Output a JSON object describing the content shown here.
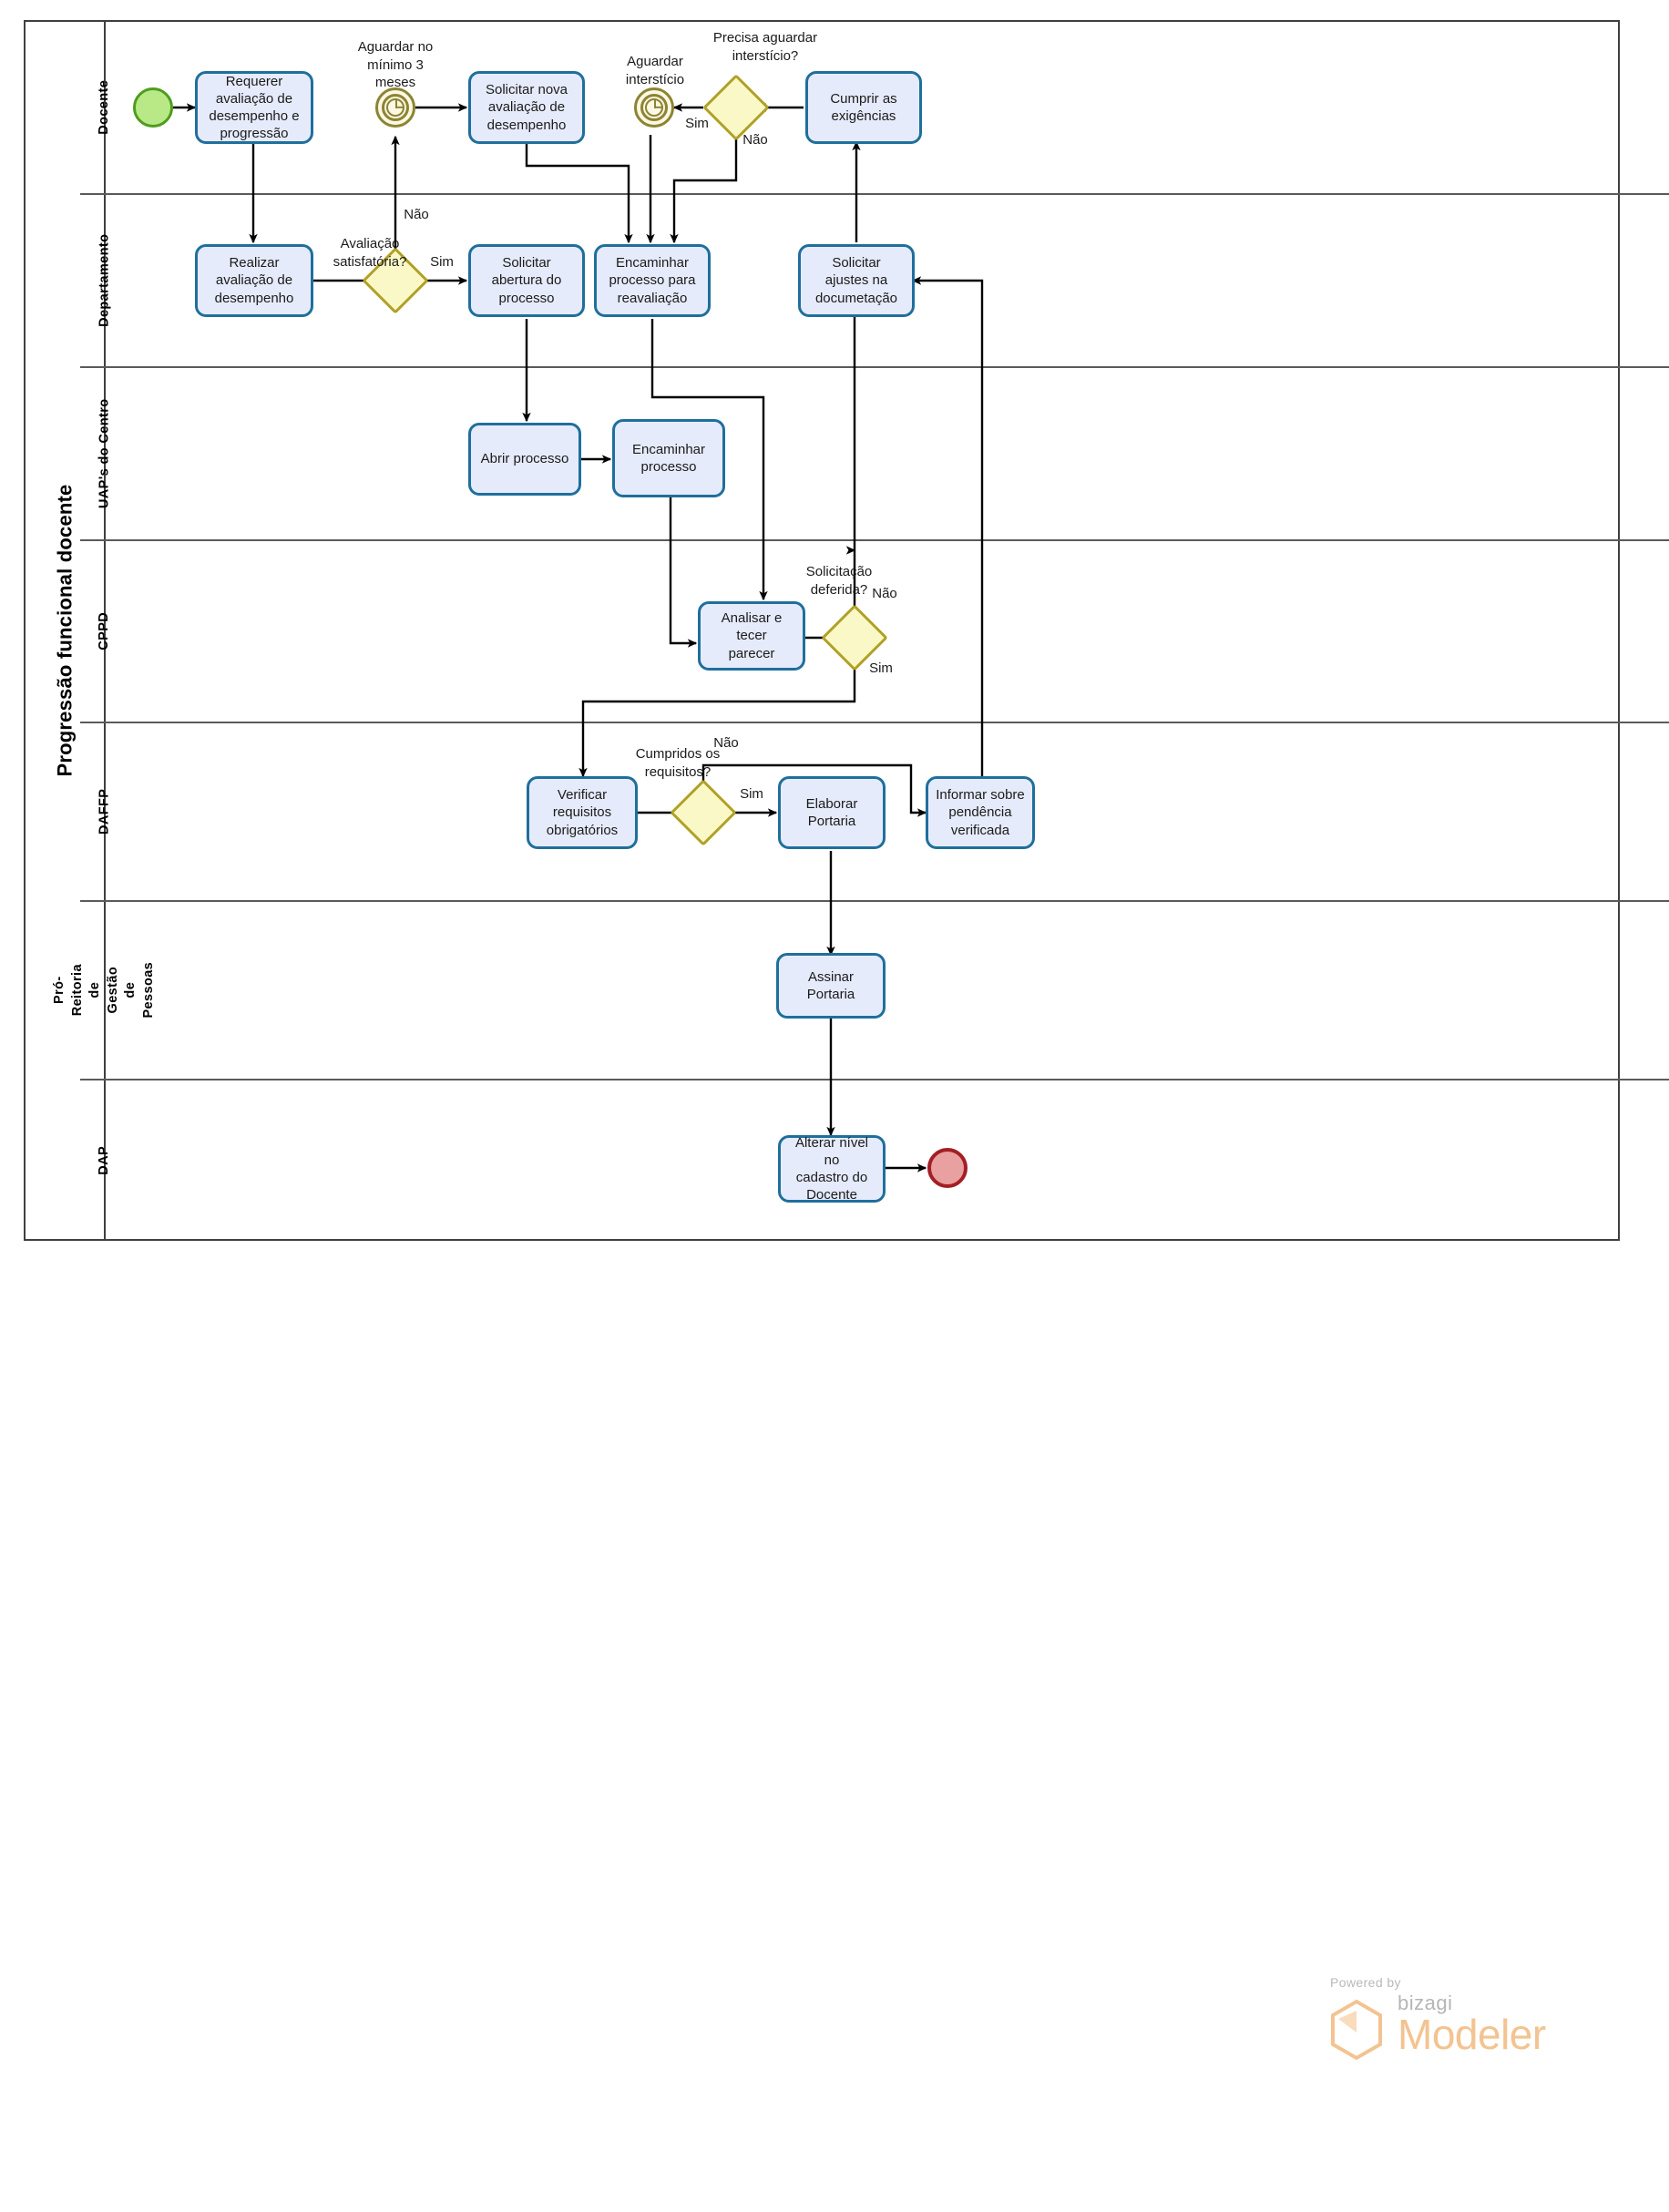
{
  "diagram": {
    "type": "bpmn-process",
    "pool_title": "Progressão funcional docente",
    "tool_badge": {
      "powered_by": "Powered by",
      "brand": "bizagi",
      "product": "Modeler"
    },
    "colors": {
      "task_fill": "#e6ebfb",
      "task_border": "#1f6f9c",
      "gateway_fill": "#fbf8c8",
      "gateway_border": "#b0a126",
      "start_fill": "#b8e986",
      "start_border": "#4f9c1f",
      "end_fill": "#e8a0a0",
      "end_border": "#a31f25",
      "timer_border": "#8c8433",
      "lane_border": "#5a5a5a",
      "pool_border": "#3f3f3f",
      "brand_orange": "#f3c391"
    }
  },
  "lanes": [
    {
      "id": "docente",
      "label": "Docente"
    },
    {
      "id": "departamento",
      "label": "Departamento"
    },
    {
      "id": "uaps",
      "label": "UAP's do Centro"
    },
    {
      "id": "cppd",
      "label": "CPPD"
    },
    {
      "id": "daffp",
      "label": "DAFFP"
    },
    {
      "id": "prgp",
      "label": "Pró-Reitoria de Gestão de\nPessoas"
    },
    {
      "id": "dap",
      "label": "DAP"
    }
  ],
  "events": [
    {
      "id": "start",
      "kind": "start-event",
      "lane": "docente",
      "label": ""
    },
    {
      "id": "timer-3meses",
      "kind": "timer-event",
      "lane": "docente",
      "label": "Aguardar no\nmínimo 3\nmeses"
    },
    {
      "id": "timer-intersticio",
      "kind": "timer-event",
      "lane": "docente",
      "label": "Aguardar\ninterstício"
    },
    {
      "id": "end",
      "kind": "end-event",
      "lane": "dap",
      "label": ""
    }
  ],
  "tasks": [
    {
      "id": "t1",
      "lane": "docente",
      "label": "Requerer\navaliação de\ndesempenho e\nprogressão"
    },
    {
      "id": "t2",
      "lane": "docente",
      "label": "Solicitar nova\navaliação de\ndesempenho"
    },
    {
      "id": "t3",
      "lane": "docente",
      "label": "Cumprir as\nexigências"
    },
    {
      "id": "t4",
      "lane": "departamento",
      "label": "Realizar\navaliação de\ndesempenho"
    },
    {
      "id": "t5",
      "lane": "departamento",
      "label": "Solicitar\nabertura do\nprocesso"
    },
    {
      "id": "t6",
      "lane": "departamento",
      "label": "Encaminhar\nprocesso para\nreavaliação"
    },
    {
      "id": "t7",
      "lane": "departamento",
      "label": "Solicitar\najustes na\ndocumetação"
    },
    {
      "id": "t8",
      "lane": "uaps",
      "label": "Abrir processo"
    },
    {
      "id": "t9",
      "lane": "uaps",
      "label": "Encaminhar\nprocesso"
    },
    {
      "id": "t10",
      "lane": "cppd",
      "label": "Analisar e tecer\nparecer"
    },
    {
      "id": "t11",
      "lane": "daffp",
      "label": "Verificar\nrequisitos\nobrigatórios"
    },
    {
      "id": "t12",
      "lane": "daffp",
      "label": "Elaborar Portaria"
    },
    {
      "id": "t13",
      "lane": "daffp",
      "label": "Informar sobre\npendência\nverificada"
    },
    {
      "id": "t14",
      "lane": "prgp",
      "label": "Assinar Portaria"
    },
    {
      "id": "t15",
      "lane": "dap",
      "label": "Alterar nível no\ncadastro do\nDocente"
    }
  ],
  "gateways": [
    {
      "id": "g1",
      "lane": "docente",
      "label": "Precisa aguardar\ninterstício?"
    },
    {
      "id": "g2",
      "lane": "departamento",
      "label": "Avaliação\nsatisfatória?"
    },
    {
      "id": "g3",
      "lane": "cppd",
      "label": "Solicitação\ndeferida?"
    },
    {
      "id": "g4",
      "lane": "daffp",
      "label": "Cumpridos os\nrequisitos?"
    }
  ],
  "flow_labels": [
    {
      "id": "f1",
      "text": "Não",
      "from": "g2",
      "to": "timer-3meses"
    },
    {
      "id": "f2",
      "text": "Sim",
      "from": "g2",
      "to": "t5"
    },
    {
      "id": "f3",
      "text": "Sim",
      "from": "g1",
      "to": "timer-intersticio"
    },
    {
      "id": "f4",
      "text": "Não",
      "from": "g1",
      "to": "t6"
    },
    {
      "id": "f5",
      "text": "Não",
      "from": "g3",
      "to": "t7"
    },
    {
      "id": "f6",
      "text": "Sim",
      "from": "g3",
      "to": "t11"
    },
    {
      "id": "f7",
      "text": "Não",
      "from": "g4",
      "to": "t13"
    },
    {
      "id": "f8",
      "text": "Sim",
      "from": "g4",
      "to": "t12"
    }
  ]
}
